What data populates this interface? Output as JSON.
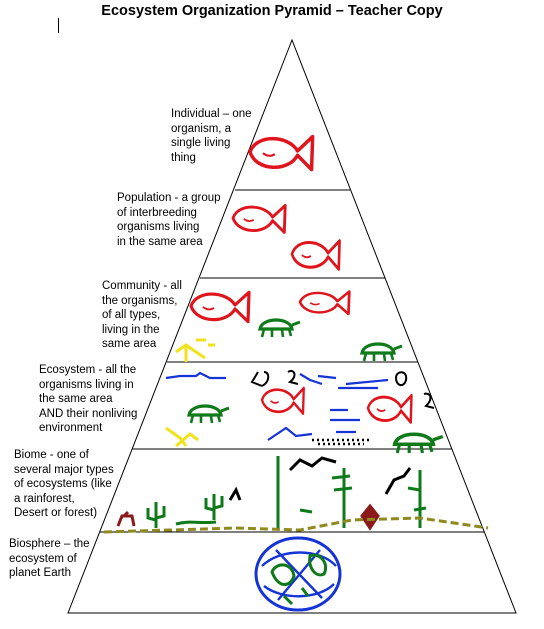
{
  "header": {
    "title": "Ecosystem Organization Pyramid – Teacher Copy"
  },
  "levels": [
    {
      "lines": [
        "Individual – one",
        "organism, a",
        "single living",
        "thing"
      ]
    },
    {
      "lines": [
        "Population - a group",
        "of interbreeding",
        "organisms living",
        "in the same area"
      ]
    },
    {
      "lines": [
        "Community - all",
        "the organisms,",
        "of all types,",
        "living in the",
        "same area"
      ]
    },
    {
      "lines": [
        "Ecosystem - all the",
        "organisms living in",
        "the same area",
        "AND their nonliving",
        "environment"
      ]
    },
    {
      "lines": [
        "Biome - one of",
        "several major types",
        "of ecosystems (like",
        "a rainforest,",
        "Desert or forest)"
      ]
    },
    {
      "lines": [
        "Biosphere – the",
        "ecosystem of",
        "planet Earth"
      ]
    }
  ],
  "colors": {
    "fish": "#e0141c",
    "turtle": "#0f7a1a",
    "water": "#1534d6",
    "sun": "#f2e21a",
    "ground": "#8f8a1e",
    "ink": "#000000"
  }
}
